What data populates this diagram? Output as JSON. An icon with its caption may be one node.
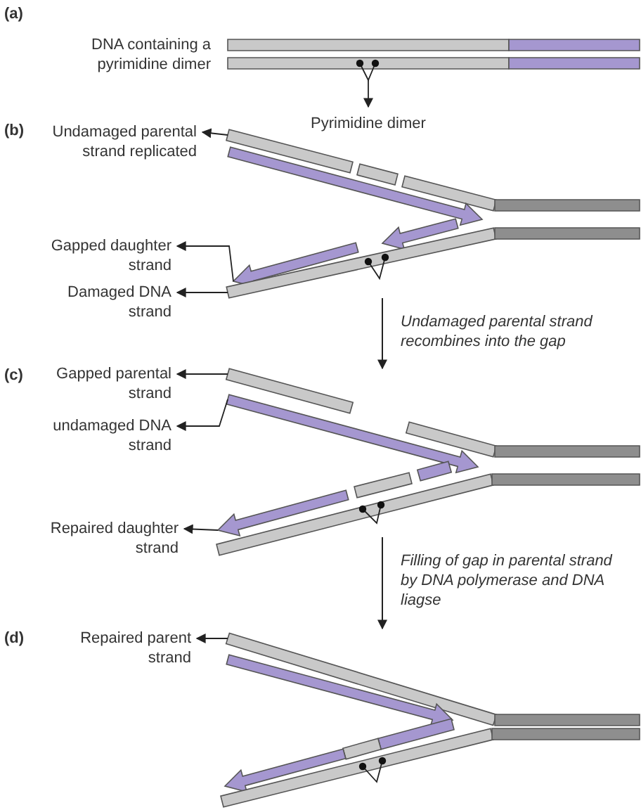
{
  "diagram": {
    "nodes": [
      {
        "text": [],
        "shape": "bar"
      },
      {
        "text": [],
        "shape": "bar"
      },
      {
        "text": [],
        "shape": "bar"
      },
      {
        "text": [],
        "shape": "bar"
      },
      {
        "text": [],
        "shape": "circle"
      },
      {
        "text": [
          "Pyrimidine dimer"
        ]
      },
      {
        "text": [
          "Undamaged parental strand replicated"
        ]
      },
      {
        "text": [],
        "shape": "bar"
      },
      {
        "text": [],
        "shape": "bar"
      },
      {
        "text": [],
        "shape": "bar"
      },
      {
        "text": [],
        "shape": "bar"
      },
      {
        "text": [],
        "shape": "arrow"
      },
      {
        "text": [],
        "shape": "arrow"
      },
      {
        "text": [
          "Gapped daughter strand"
        ]
      },
      {
        "text": [],
        "shape": "arrow"
      },
      {
        "text": [],
        "shape": "bar"
      },
      {
        "text": [],
        "shape": "bar"
      },
      {
        "text": [
          "Damaged DNA strand"
        ]
      },
      {
        "text": [
          "Gapped parental strand"
        ]
      },
      {
        "text": [],
        "shape": "bar"
      },
      {
        "text": [],
        "shape": "bar"
      },
      {
        "text": [],
        "shape": "bar"
      },
      {
        "text": [
          "undamaged DNA strand"
        ]
      },
      {
        "text": [],
        "shape": "arrow"
      },
      {
        "text": [],
        "shape": "bar"
      },
      {
        "text": [],
        "shape": "bar"
      },
      {
        "text": [],
        "shape": "bar"
      },
      {
        "text": [],
        "shape": "bar"
      },
      {
        "text": [],
        "shape": "arrow"
      },
      {
        "text": [
          "Repaired daughter strand"
        ]
      },
      {
        "text": [
          "Repaired parent strand"
        ]
      },
      {
        "text": [],
        "shape": "bar"
      },
      {
        "text": [],
        "shape": "bar"
      },
      {
        "text": [],
        "shape": "arrow"
      },
      {
        "text": [],
        "shape": "bar"
      },
      {
        "text": [],
        "shape": "bar"
      },
      {
        "text": [],
        "shape": "arrow"
      },
      {
        "text": [],
        "shape": "bar"
      },
      {
        "text": [],
        "shape": "bar"
      }
    ],
    "edges": [
      {
        "from": 4,
        "to": 5,
        "arrow": "to"
      },
      {
        "from": 7,
        "to": 6,
        "arrow": "to"
      },
      {
        "from": 14,
        "to": 13,
        "arrow": "to"
      },
      {
        "from": 15,
        "to": 17,
        "arrow": "to"
      },
      {
        "from": 19,
        "to": 18,
        "arrow": "to"
      },
      {
        "from": 23,
        "to": 22,
        "arrow": "to"
      },
      {
        "from": 28,
        "to": 29,
        "arrow": "to"
      },
      {
        "from": 31,
        "to": 30,
        "arrow": "to"
      }
    ],
    "labels": [
      "(a)",
      "DNA containing a pyrimidine dimer",
      "(b)",
      "Undamaged parental strand recombines into the gap",
      "(c)",
      "Filling of gap in parental strand by DNA polymerase and DNA liagse",
      "(d)"
    ]
  }
}
